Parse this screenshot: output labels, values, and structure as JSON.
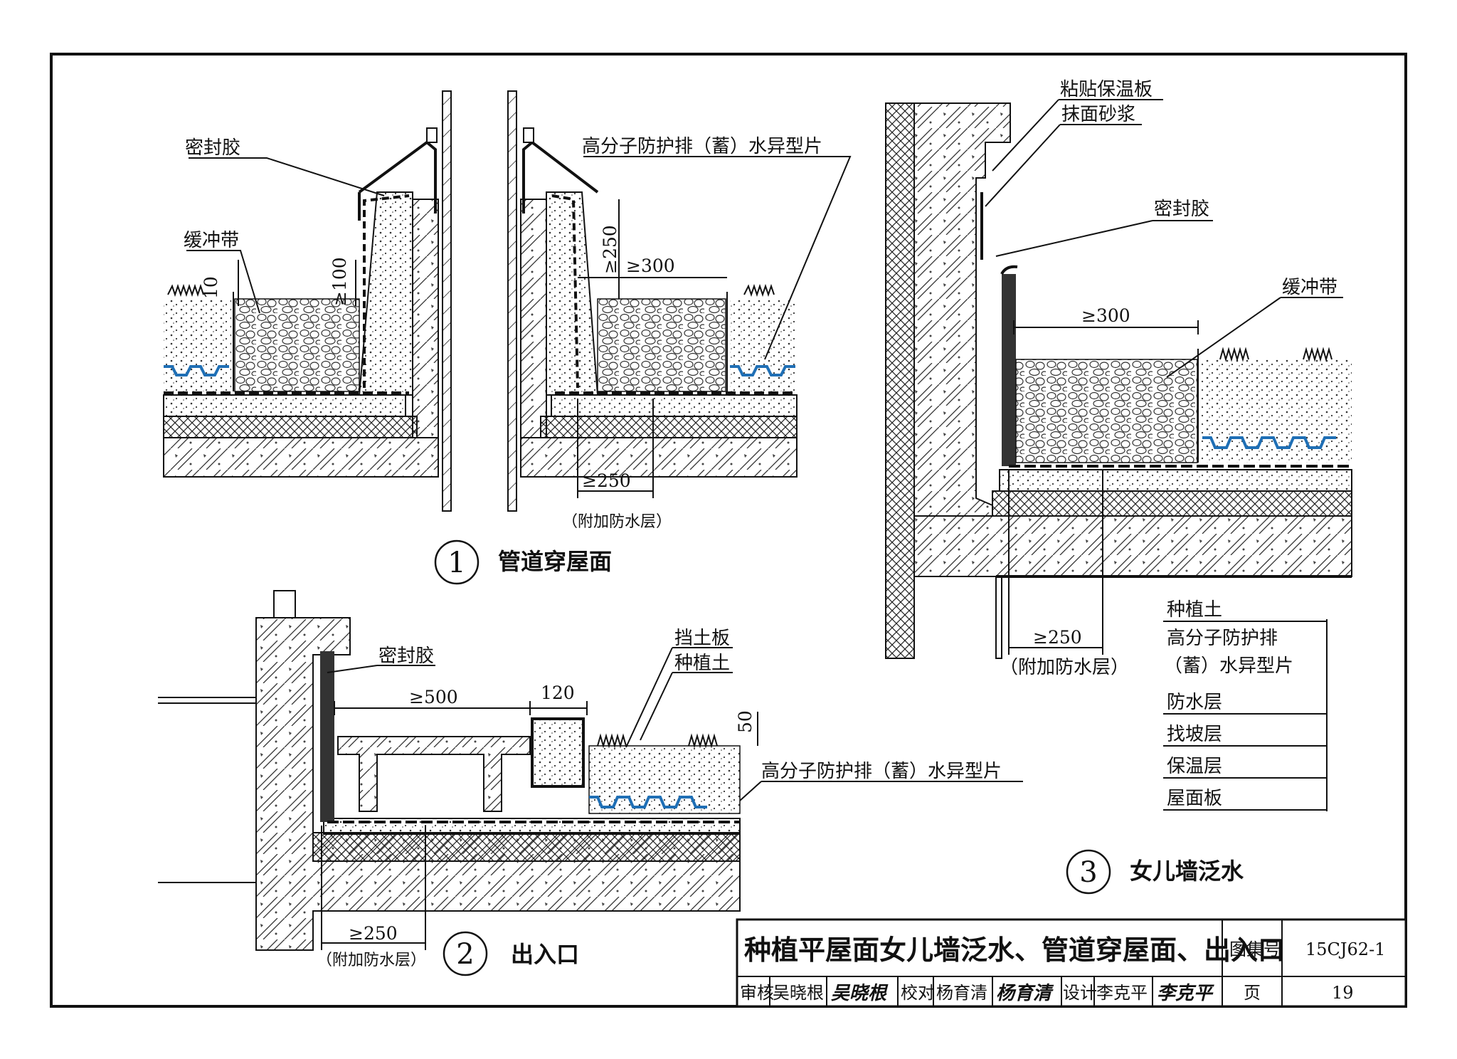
{
  "detail1": {
    "number": "1",
    "title": "管道穿屋面",
    "labels": {
      "sealant": "密封胶",
      "buffer": "缓冲带",
      "drain_sheet": "高分子防护排（蓄）水异型片",
      "additional_layer": "（附加防水层）"
    },
    "dims": {
      "d10": "10",
      "d100": "≥100",
      "d250v": "≥250",
      "d300": "≥300",
      "d250": "≥250"
    }
  },
  "detail2": {
    "number": "2",
    "title": "出入口",
    "labels": {
      "sealant": "密封胶",
      "retaining_board": "挡土板",
      "planting_soil": "种植土",
      "drain_sheet": "高分子防护排（蓄）水异型片",
      "additional_layer": "（附加防水层）"
    },
    "dims": {
      "d500": "≥500",
      "d120": "120",
      "d50": "50",
      "d250": "≥250"
    }
  },
  "detail3": {
    "number": "3",
    "title": "女儿墙泛水",
    "labels": {
      "insulation_board": "粘贴保温板",
      "mortar": "抹面砂浆",
      "sealant": "密封胶",
      "buffer": "缓冲带",
      "additional_layer": "（附加防水层）"
    },
    "dims": {
      "d300": "≥300",
      "d250": "≥250"
    },
    "layers": [
      "种植土",
      "高分子防护排",
      "（蓄）水异型片",
      "防水层",
      "找坡层",
      "保温层",
      "屋面板"
    ]
  },
  "title_block": {
    "title": "种植平屋面女儿墙泛水、管道穿屋面、出入口",
    "atlas_label": "图集号",
    "atlas_no": "15CJ62-1",
    "review_label": "审核",
    "reviewer": "吴晓根",
    "reviewer_sig": "吴晓根",
    "check_label": "校对",
    "checker": "杨育清",
    "checker_sig": "杨育清",
    "design_label": "设计",
    "designer": "李克平",
    "designer_sig": "李克平",
    "page_label": "页",
    "page_no": "19"
  }
}
